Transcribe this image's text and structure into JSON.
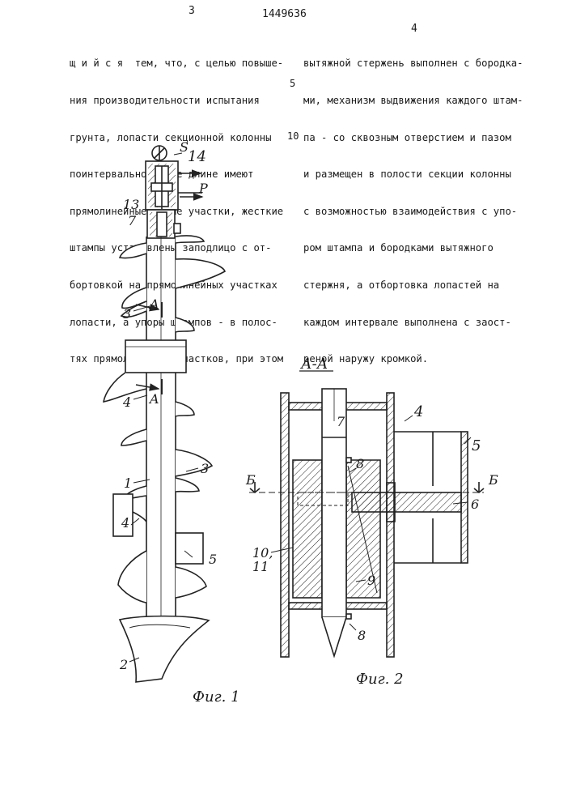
{
  "header": {
    "page_left": "3",
    "patent_number": "1449636",
    "page_right": "4"
  },
  "text_left": [
    "щ и й с я  тем, что, с целью повыше-",
    "ния производительности испытания",
    "грунта, лопасти секционной колонны",
    "поинтервально по ее длине имеют",
    "прямолинейные полые участки, жесткие",
    "штампы установлены заподлицо с от-",
    "бортовкой на прямолинейных участках",
    "лопасти, а упоры штампов - в полос-",
    "тях прямолинейных участков, при этом"
  ],
  "text_right": [
    "вытяжной стержень выполнен с бородка-",
    "ми, механизм выдвижения каждого штам-",
    "па - со сквозным отверстием и пазом",
    "и размещен в полости секции колонны",
    "с возможностью взаимодействия с упо-",
    "ром штампа и бородками вытяжного",
    "стержня, а отбортовка лопастей на",
    "каждом интервале выполнена с заост-",
    "реной наружу кромкой."
  ],
  "line_numbers": {
    "n5": "5",
    "n10": "10"
  },
  "fig1": {
    "caption": "Фиг. 1",
    "labels": {
      "s": "S",
      "p": "P",
      "n14": "14",
      "n13": "13",
      "n7": "7",
      "a_top": "A",
      "a_bottom": "A",
      "n3a": "3",
      "n4a": "4",
      "n3b": "3",
      "n1": "1",
      "n4b": "4",
      "n5": "5",
      "n2": "2"
    }
  },
  "fig2": {
    "caption": "Фиг. 2",
    "section_title": "А-А",
    "labels": {
      "n7": "7",
      "n4": "4",
      "n5": "5",
      "b_left": "Б",
      "b_right": "Б",
      "n8a": "8",
      "n6": "6",
      "n10_11": "10,",
      "n11": "11",
      "n9": "9",
      "n8b": "8"
    }
  }
}
